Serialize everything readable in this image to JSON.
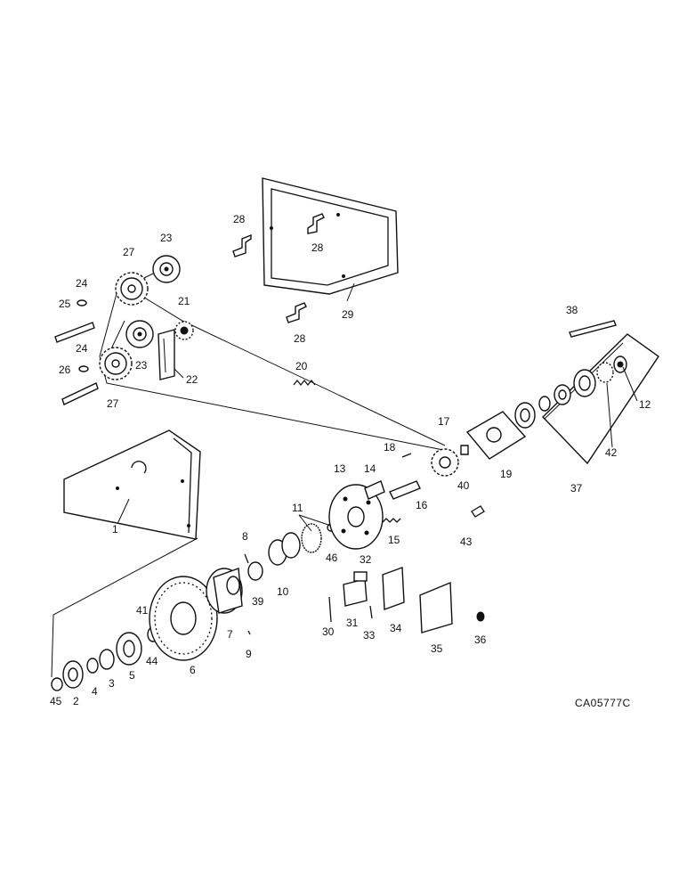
{
  "drawing": {
    "code": "CA05777C"
  },
  "callouts": [
    "1",
    "2",
    "3",
    "4",
    "5",
    "6",
    "7",
    "8",
    "9",
    "10",
    "11",
    "12",
    "13",
    "14",
    "15",
    "16",
    "17",
    "18",
    "19",
    "20",
    "21",
    "22",
    "23",
    "24",
    "25",
    "26",
    "27",
    "28",
    "29",
    "30",
    "31",
    "32",
    "33",
    "34",
    "35",
    "36",
    "37",
    "38",
    "39",
    "40",
    "41",
    "42",
    "43",
    "44",
    "45",
    "46"
  ]
}
